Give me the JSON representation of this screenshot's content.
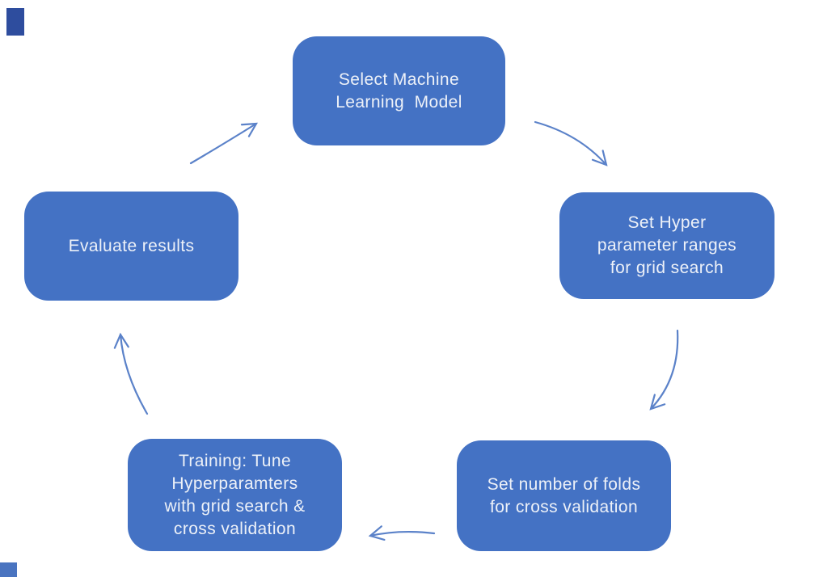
{
  "diagram": {
    "type": "cycle-flowchart",
    "background": "#ffffff",
    "nodes": [
      {
        "id": "select-model",
        "label": "Select Machine\nLearning  Model"
      },
      {
        "id": "hyperparameter-ranges",
        "label": "Set Hyper\nparameter ranges\nfor grid search"
      },
      {
        "id": "cross-validation-folds",
        "label": "Set number of folds\nfor cross validation"
      },
      {
        "id": "training",
        "label": "Training: Tune\nHyperparamters\nwith grid search &\ncross validation"
      },
      {
        "id": "evaluate-results",
        "label": "Evaluate results"
      }
    ],
    "edges": [
      {
        "from": "select-model",
        "to": "hyperparameter-ranges"
      },
      {
        "from": "hyperparameter-ranges",
        "to": "cross-validation-folds"
      },
      {
        "from": "cross-validation-folds",
        "to": "training"
      },
      {
        "from": "training",
        "to": "evaluate-results"
      },
      {
        "from": "evaluate-results",
        "to": "select-model"
      }
    ],
    "colors": {
      "node_fill": "#4472c4",
      "node_text": "#edf1f8",
      "arrow_stroke": "#5b82c9",
      "corner_artifact_dark": "#2e4d9e",
      "corner_artifact_light": "#4a74c0"
    }
  }
}
